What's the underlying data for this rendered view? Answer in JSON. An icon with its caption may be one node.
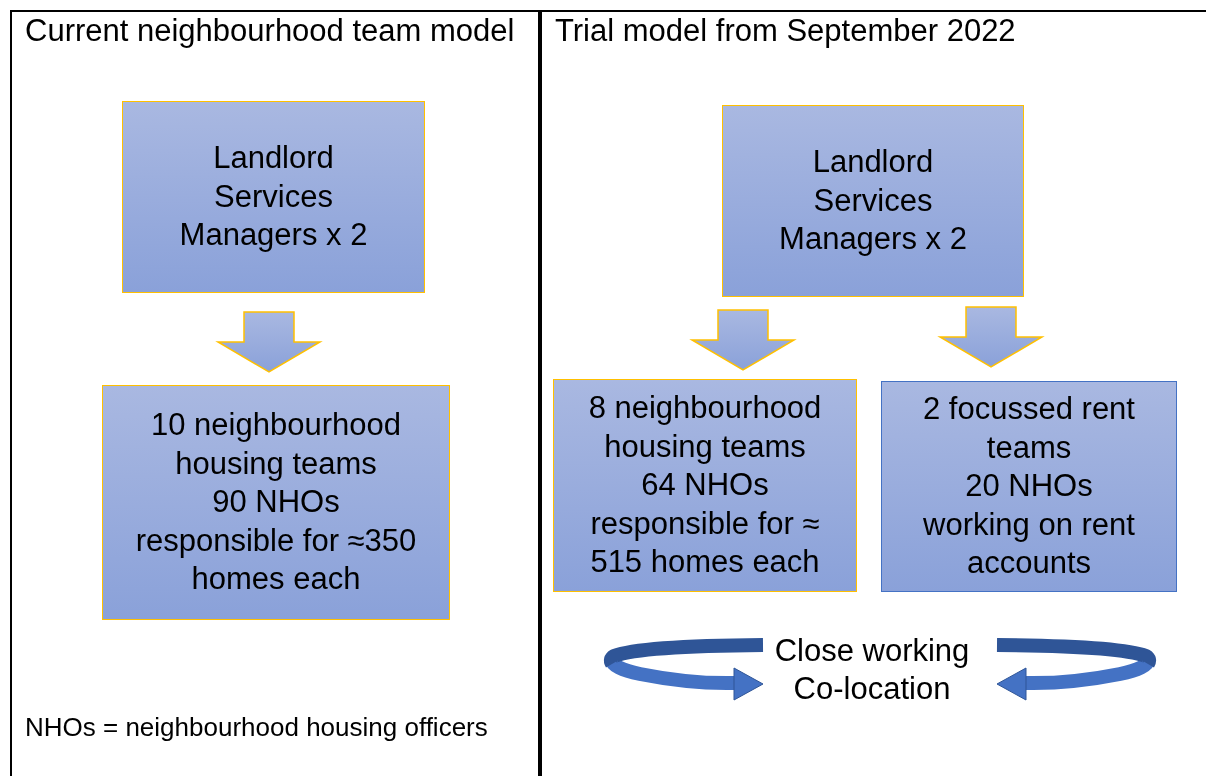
{
  "diagram": {
    "nodes": [
      {
        "text": [
          "Current neighbourhood team model",
          "NHOs = neighbourhood housing officers"
        ]
      },
      {
        "text": [
          "Landlord Services Managers x 2"
        ],
        "in": 0
      },
      {
        "text": [
          "10 neighbourhood housing teams 90 NHOs responsible for ≈350 homes each"
        ],
        "in": 0
      },
      {
        "text": [
          "Trial model from September 2022"
        ]
      },
      {
        "text": [
          "Landlord Services Managers x 2"
        ],
        "in": 3
      },
      {
        "text": [
          "8 neighbourhood housing teams 64 NHOs responsible for ≈ 515 homes each"
        ],
        "in": 3
      },
      {
        "text": [
          "2 focussed rent teams 20 NHOs working on rent accounts"
        ],
        "in": 3
      },
      {
        "text": [
          "Close working Co-location"
        ],
        "in": 3
      }
    ],
    "edges": [
      {
        "from": 1,
        "to": 2,
        "arrow": "to"
      },
      {
        "from": 4,
        "to": 5,
        "arrow": "to"
      },
      {
        "from": 4,
        "to": 6,
        "arrow": "to"
      }
    ]
  }
}
